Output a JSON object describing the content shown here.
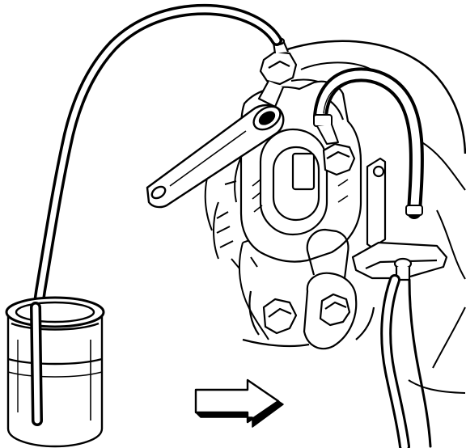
{
  "illustration": {
    "colors": {
      "ink": "#000000",
      "paper": "#ffffff",
      "shade": "#1a1a1a"
    },
    "icons": {
      "direction_arrow": "arrow-right-icon"
    },
    "parts": [
      "bleed-hose",
      "catch-jar",
      "brake-fluid",
      "box-end-wrench",
      "bleeder-valve",
      "brake-caliper",
      "caliper-mounting-bolt",
      "flex-hose",
      "hose-bracket",
      "brake-line",
      "steering-knuckle",
      "direction-arrow"
    ]
  }
}
